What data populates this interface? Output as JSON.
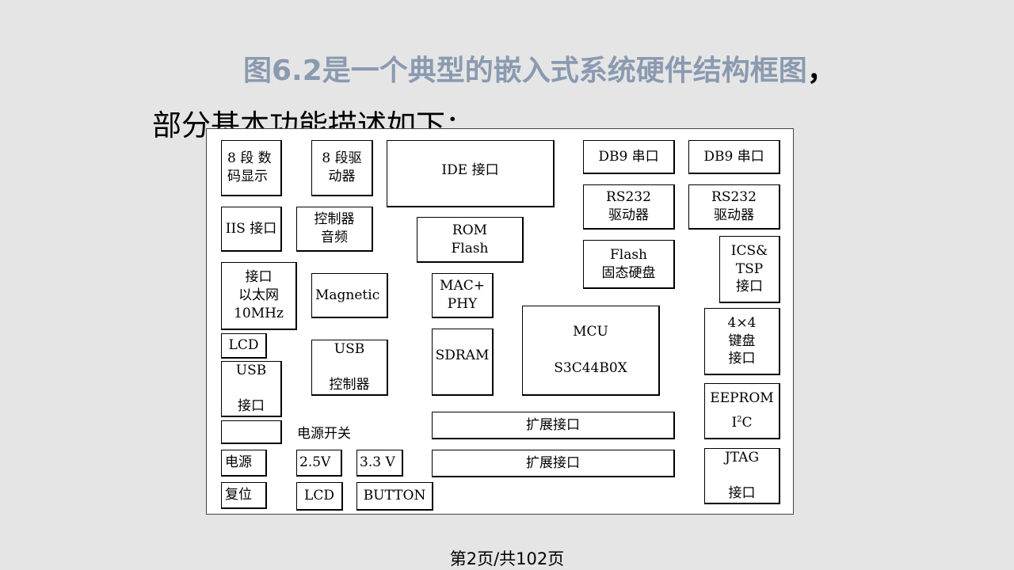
{
  "title": "图6.2是一个典型的嵌入式系统硬件结构框图",
  "title_comma": "，",
  "subtitle": "部分基本功能描述如下：",
  "footer": "第2页/共102页",
  "diagram": {
    "seg_display": "8  段 数\n码显示",
    "seg_driver": "8 段驱\n动器",
    "ide": "IDE 接口",
    "db9_a": "DB9 串口",
    "db9_b": "DB9 串口",
    "rs232_a": "RS232\n驱动器",
    "rs232_b": "RS232\n驱动器",
    "iis": "IIS 接口",
    "audio_ctrl": "控制器\n音频",
    "rom_flash": "ROM\nFlash",
    "flash_disk": "Flash\n固态硬盘",
    "ics_tsp": "ICS&\nTSP\n接口",
    "ethernet": "接口\n以太网\n10MHz",
    "magnetic": "Magnetic",
    "mac_phy": "MAC+\nPHY",
    "mcu": "MCU\n\nS3C44B0X",
    "keypad": "4×4\n键盘\n接口",
    "lcd_top": "LCD",
    "usb_port": "USB\n\n接口",
    "usb_ctrl": "USB\n\n控制器",
    "sdram": "SDRAM",
    "eeprom": "EEPROM",
    "i2c_i": "I",
    "i2c_sup": "2",
    "i2c_c": "C",
    "power_switch": "电源开关",
    "expand_a": "扩展接口",
    "expand_b": "扩展接口",
    "power": "电源",
    "v25": "2.5V",
    "v33": "3.3 V",
    "jtag": "JTAG\n\n接口",
    "reset": "复位",
    "lcd_bottom": "LCD",
    "button": "BUTTON"
  }
}
